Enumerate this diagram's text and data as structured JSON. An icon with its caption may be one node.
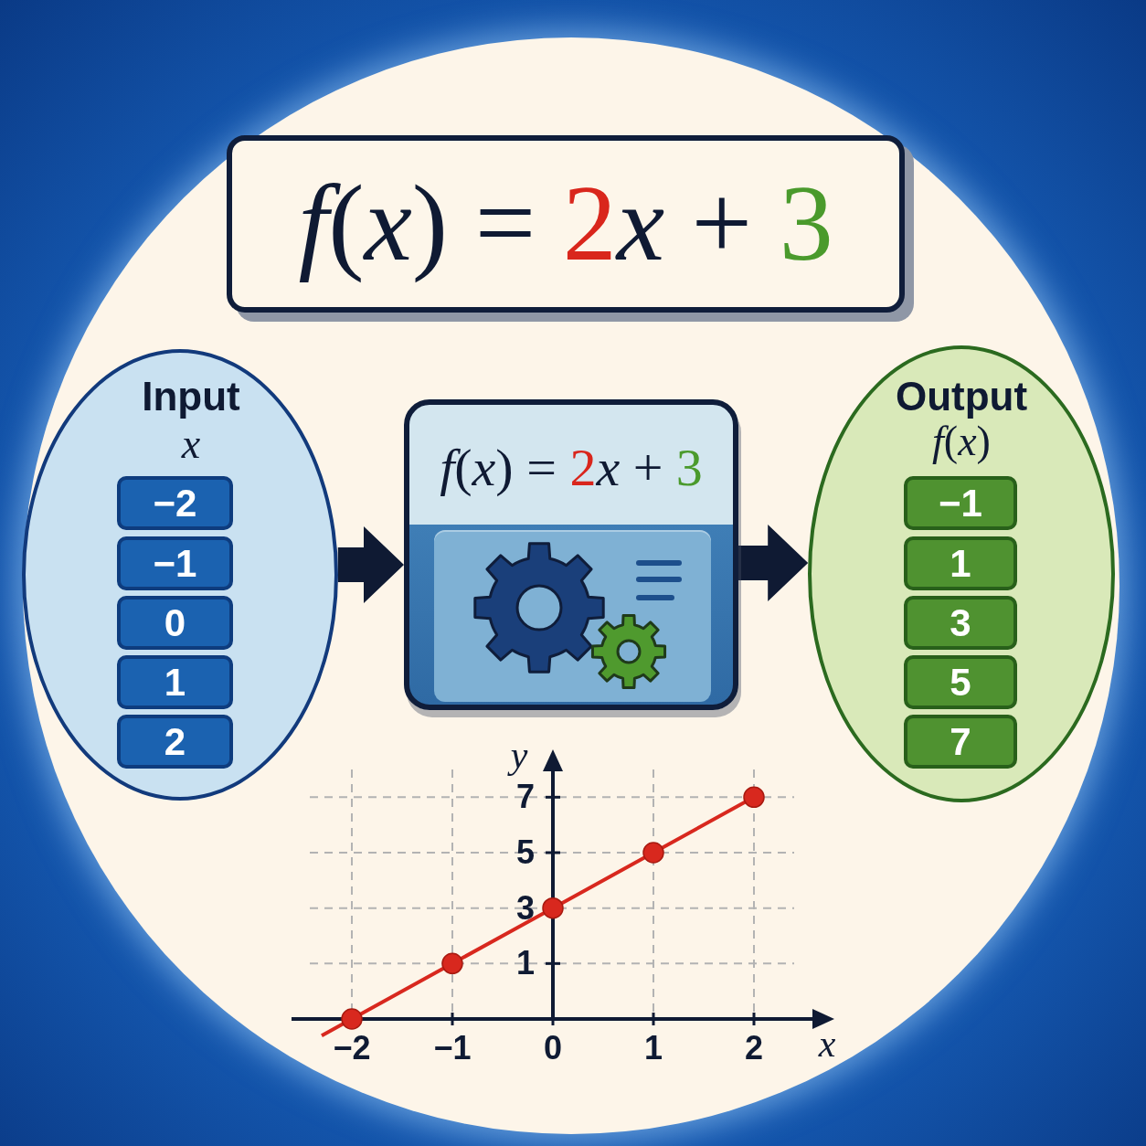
{
  "diagram": {
    "nodes": [
      {
        "text": [
          "f(x) = 2x + 3"
        ]
      },
      {
        "text": [
          "Input",
          "x"
        ]
      },
      {
        "text": [
          "−2"
        ],
        "in": 1
      },
      {
        "text": [
          "−1"
        ],
        "in": 1
      },
      {
        "text": [
          "0"
        ],
        "in": 1
      },
      {
        "text": [
          "1"
        ],
        "in": 1
      },
      {
        "text": [
          "2"
        ],
        "in": 1
      },
      {
        "text": [
          "f(x) = 2x + 3"
        ]
      },
      {
        "text": [
          "Output",
          "f(x)"
        ]
      },
      {
        "text": [
          "−1"
        ],
        "in": 8
      },
      {
        "text": [
          "1"
        ],
        "in": 8
      },
      {
        "text": [
          "3"
        ],
        "in": 8
      },
      {
        "text": [
          "5"
        ],
        "in": 8
      },
      {
        "text": [
          "7"
        ],
        "in": 8
      }
    ],
    "edges": [
      {
        "from": 1,
        "to": 7,
        "arrow": "to"
      },
      {
        "from": 7,
        "to": 8,
        "arrow": "to"
      }
    ],
    "chart_data": {
      "type": "line",
      "xlabel": "x",
      "ylabel": "y",
      "x": [
        -2,
        -1,
        0,
        1,
        2
      ],
      "series": [
        {
          "color": "#d8281e",
          "values": [
            -1,
            1,
            3,
            5,
            7
          ],
          "marker": "circle"
        }
      ],
      "xlim": [
        -2.6,
        2.6
      ],
      "ylim": [
        -1,
        8
      ],
      "xticks": [
        {
          "value": -2,
          "label": "−2"
        },
        {
          "value": -1,
          "label": "−1"
        },
        {
          "value": 0,
          "label": "0"
        },
        {
          "value": 1,
          "label": "1"
        },
        {
          "value": 2,
          "label": "2"
        }
      ],
      "yticks": [
        {
          "value": 1,
          "label": "1"
        },
        {
          "value": 3,
          "label": "3"
        },
        {
          "value": 5,
          "label": "5"
        },
        {
          "value": 7,
          "label": "7"
        }
      ],
      "grid": true
    }
  }
}
